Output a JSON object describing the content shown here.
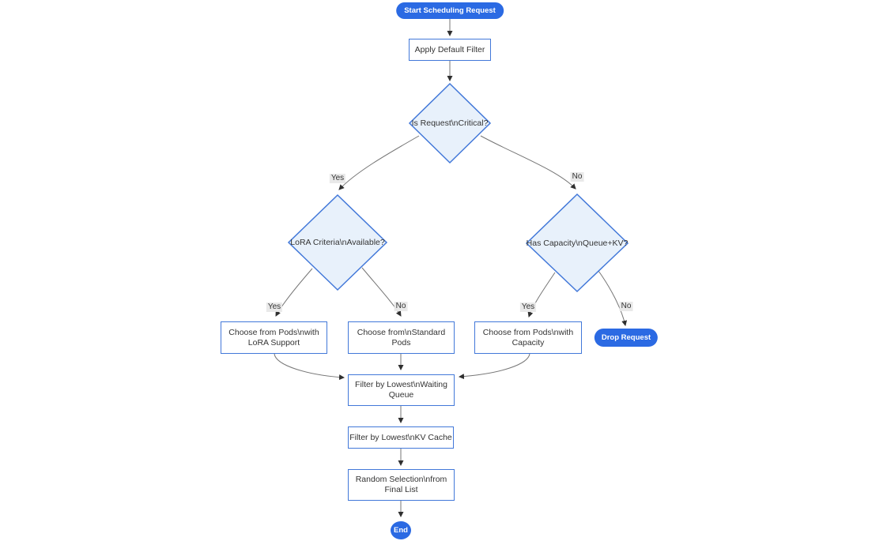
{
  "colors": {
    "accent_blue": "#2b6ae3",
    "node_border": "#4278d9",
    "decision_fill": "#e8f1fb",
    "edge_line": "#757575",
    "arrowhead": "#2f2f2f",
    "edge_label_bg": "#e8e8e8",
    "text": "#333333"
  },
  "nodes": {
    "start": {
      "shape": "stadium",
      "lines": [
        "Start Scheduling Request"
      ]
    },
    "apply_filter": {
      "shape": "rect",
      "lines": [
        "Apply Default Filter"
      ]
    },
    "is_critical": {
      "shape": "decision",
      "lines": [
        "Is Request\\nCritical?"
      ]
    },
    "lora_available": {
      "shape": "decision",
      "lines": [
        "LoRA Criteria\\nAvailable?"
      ]
    },
    "has_capacity": {
      "shape": "decision",
      "lines": [
        "Has Capacity\\nQueue+KV?"
      ]
    },
    "choose_lora": {
      "shape": "rect",
      "lines": [
        "Choose from Pods\\nwith",
        "LoRA Support"
      ]
    },
    "choose_standard": {
      "shape": "rect",
      "lines": [
        "Choose from\\nStandard",
        "Pods"
      ]
    },
    "choose_capacity": {
      "shape": "rect",
      "lines": [
        "Choose from Pods\\nwith",
        "Capacity"
      ]
    },
    "drop_request": {
      "shape": "stadium",
      "lines": [
        "Drop Request"
      ]
    },
    "filter_queue": {
      "shape": "rect",
      "lines": [
        "Filter by Lowest\\nWaiting",
        "Queue"
      ]
    },
    "filter_kv": {
      "shape": "rect",
      "lines": [
        "Filter by Lowest\\nKV Cache"
      ]
    },
    "random_selection": {
      "shape": "rect",
      "lines": [
        "Random Selection\\nfrom",
        "Final List"
      ]
    },
    "end": {
      "shape": "circle",
      "lines": [
        "End"
      ]
    }
  },
  "edges": [
    {
      "from": "start",
      "to": "apply_filter"
    },
    {
      "from": "apply_filter",
      "to": "is_critical"
    },
    {
      "from": "is_critical",
      "to": "lora_available",
      "label": "Yes"
    },
    {
      "from": "is_critical",
      "to": "has_capacity",
      "label": "No"
    },
    {
      "from": "lora_available",
      "to": "choose_lora",
      "label": "Yes"
    },
    {
      "from": "lora_available",
      "to": "choose_standard",
      "label": "No"
    },
    {
      "from": "has_capacity",
      "to": "choose_capacity",
      "label": "Yes"
    },
    {
      "from": "has_capacity",
      "to": "drop_request",
      "label": "No"
    },
    {
      "from": "choose_lora",
      "to": "filter_queue"
    },
    {
      "from": "choose_standard",
      "to": "filter_queue"
    },
    {
      "from": "choose_capacity",
      "to": "filter_queue"
    },
    {
      "from": "filter_queue",
      "to": "filter_kv"
    },
    {
      "from": "filter_kv",
      "to": "random_selection"
    },
    {
      "from": "random_selection",
      "to": "end"
    }
  ]
}
